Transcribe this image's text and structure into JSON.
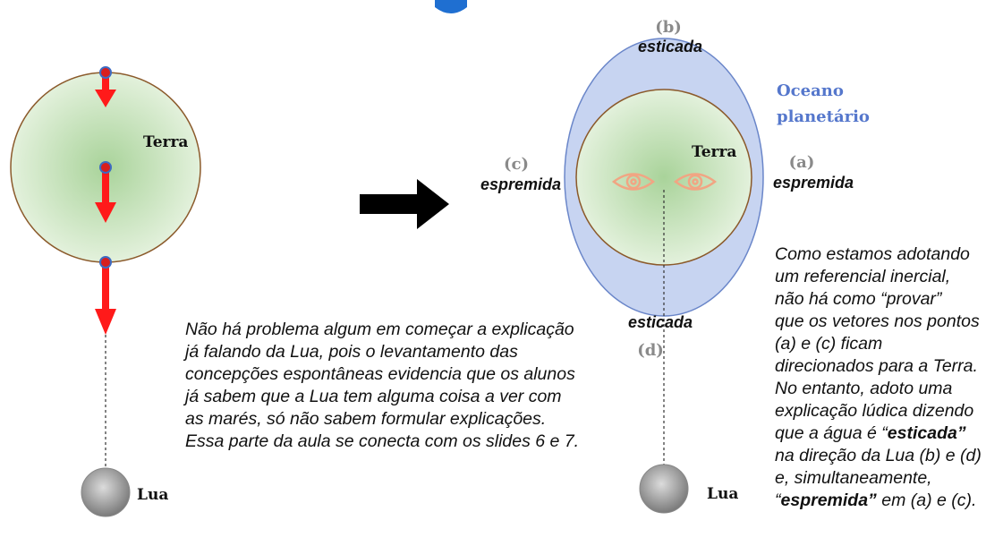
{
  "colors": {
    "earth_fill_center": "#a9d39a",
    "earth_fill_edge": "#e3f1dc",
    "earth_outline": "#8b5a2b",
    "ocean_fill": "#c7d4f1",
    "ocean_outline": "#6a86c9",
    "arrow_red": "#ff1a1a",
    "point_blue": "#3d6bc2",
    "point_red": "#d81e1e",
    "eyes": "#f1a583",
    "ocean_label": "#5577cc",
    "letter_gray": "#8a8a8a",
    "moon_center": "#dcdcdc",
    "moon_edge": "#7a7a7a",
    "big_arrow": "#000000",
    "top_accent": "#1f6fd1"
  },
  "icons": {
    "eye": "eye-icon",
    "arrow": "right-arrow-icon"
  },
  "left": {
    "earth_label": "Terra",
    "moon_label": "Lua"
  },
  "right": {
    "earth_label": "Terra",
    "moon_label": "Lua",
    "ocean_label_line1": "Oceano",
    "ocean_label_line2": "planetário",
    "b_letter": "(b)",
    "b_word": "esticada",
    "c_letter": "(c)",
    "c_word": "espremida",
    "a_letter": "(a)",
    "a_word": "espremida",
    "d_word": "esticada",
    "d_letter": "(d)"
  },
  "notes": {
    "left": [
      "Não há problema algum em começar a explicação",
      "já falando da Lua, pois o levantamento das",
      "concepções espontâneas evidencia que os alunos",
      "já sabem que a Lua tem alguma coisa a ver com",
      "as marés, só não sabem formular explicações.",
      "Essa parte da aula se conecta com os slides 6 e 7."
    ],
    "right": {
      "l1": "Como estamos adotando",
      "l2": "um referencial inercial,",
      "l3": "não há como “provar”",
      "l4": "que os vetores nos pontos",
      "l5": "(a) e (c) ficam",
      "l6": "direcionados para a Terra.",
      "l7": "No entanto, adoto uma",
      "l8": "explicação lúdica dizendo",
      "l9_pre": "que a água é “",
      "l9_bold": "esticada”",
      "l10": "na direção da Lua (b) e (d)",
      "l11": "e, simultaneamente,",
      "l12_pre": "“",
      "l12_bold": "espremida”",
      "l12_post": " em (a) e (c)."
    }
  }
}
